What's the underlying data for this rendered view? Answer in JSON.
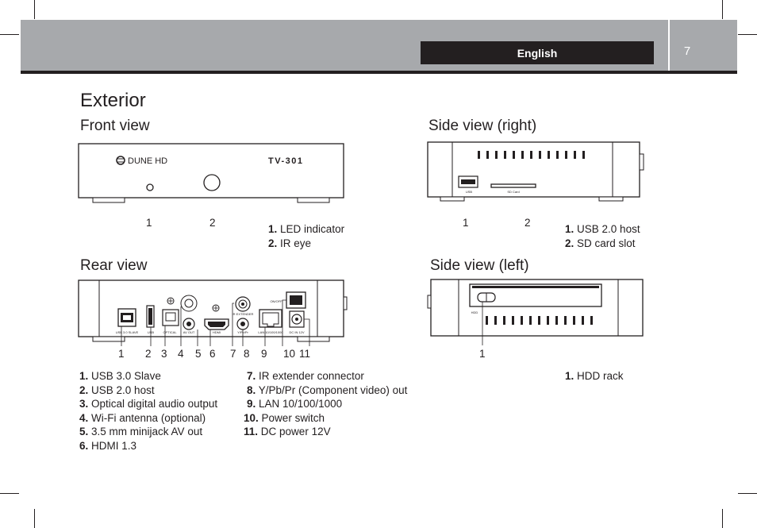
{
  "header": {
    "language": "English",
    "page_number": "7"
  },
  "title": "Exterior",
  "front_view": {
    "heading": "Front view",
    "brand": "DUNE HD",
    "model": "TV-301",
    "callouts": [
      "1",
      "2"
    ],
    "legend": [
      {
        "num": "1.",
        "text": "LED indicator"
      },
      {
        "num": "2.",
        "text": "IR eye"
      }
    ]
  },
  "side_right": {
    "heading": "Side view (right)",
    "port_labels": [
      "USB",
      "SD Card"
    ],
    "callouts": [
      "1",
      "2"
    ],
    "legend": [
      {
        "num": "1.",
        "text": "USB 2.0 host"
      },
      {
        "num": "2.",
        "text": "SD card slot"
      }
    ]
  },
  "rear_view": {
    "heading": "Rear view",
    "port_labels": [
      "USB 3.0 SLAVE",
      "USB",
      "OPTICAL",
      "AV OUT",
      "HDMI",
      "IR EXTENDER",
      "Y/Pb/Pr",
      "LAN 10/100/1000",
      "DC IN 12V",
      "ON/OFF"
    ],
    "callouts": [
      "1",
      "2",
      "3",
      "4",
      "5",
      "6",
      "7",
      "8",
      "9",
      "10",
      "11"
    ],
    "legend_left": [
      {
        "num": "1.",
        "text": "USB 3.0 Slave"
      },
      {
        "num": "2.",
        "text": "USB 2.0 host"
      },
      {
        "num": "3.",
        "text": "Optical digital audio output"
      },
      {
        "num": "4.",
        "text": "Wi-Fi antenna (optional)"
      },
      {
        "num": "5.",
        "text": "3.5 mm minijack AV out"
      },
      {
        "num": "6.",
        "text": "HDMI 1.3"
      }
    ],
    "legend_right": [
      {
        "num": "7.",
        "text": "IR extender connector"
      },
      {
        "num": "8.",
        "text": " Y/Pb/Pr (Component video) out"
      },
      {
        "num": "9.",
        "text": " LAN  10/100/1000"
      },
      {
        "num": "10.",
        "text": "Power switch"
      },
      {
        "num": "11.",
        "text": "DC power 12V"
      }
    ]
  },
  "side_left": {
    "heading": "Side view (left)",
    "port_labels": [
      "HDD"
    ],
    "callouts": [
      "1"
    ],
    "legend": [
      {
        "num": "1.",
        "text": "HDD rack"
      }
    ]
  }
}
